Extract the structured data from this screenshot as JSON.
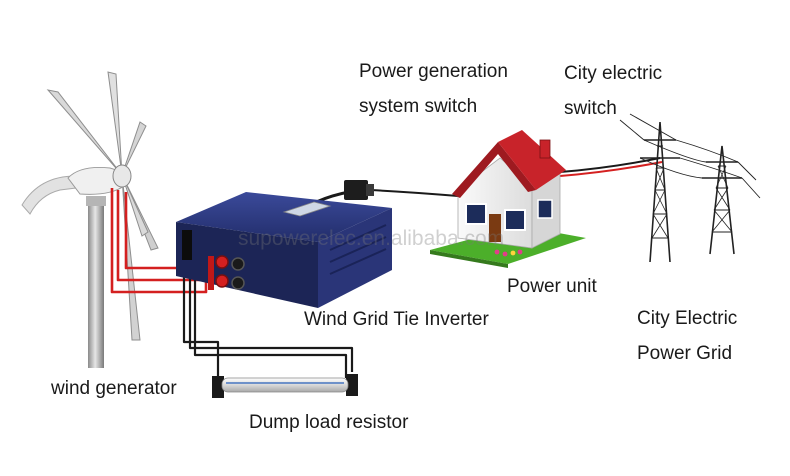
{
  "labels": {
    "power_switch_line1": "Power generation",
    "power_switch_line2": "system switch",
    "city_switch_line1": "City electric",
    "city_switch_line2": "switch",
    "power_unit": "Power unit",
    "inverter": "Wind Grid Tie Inverter",
    "city_grid_line1": "City Electric",
    "city_grid_line2": "Power Grid",
    "wind_generator": "wind generator",
    "dump_load": "Dump load resistor"
  },
  "watermark": "supowerelec.en.alibaba.com",
  "colors": {
    "dc_wire": "#d42020",
    "ac_wire": "#1a1a1a",
    "grid_wire": "#d42020",
    "inverter_body": "#24306e",
    "roof": "#c8232a",
    "lawn": "#4caf2a"
  }
}
